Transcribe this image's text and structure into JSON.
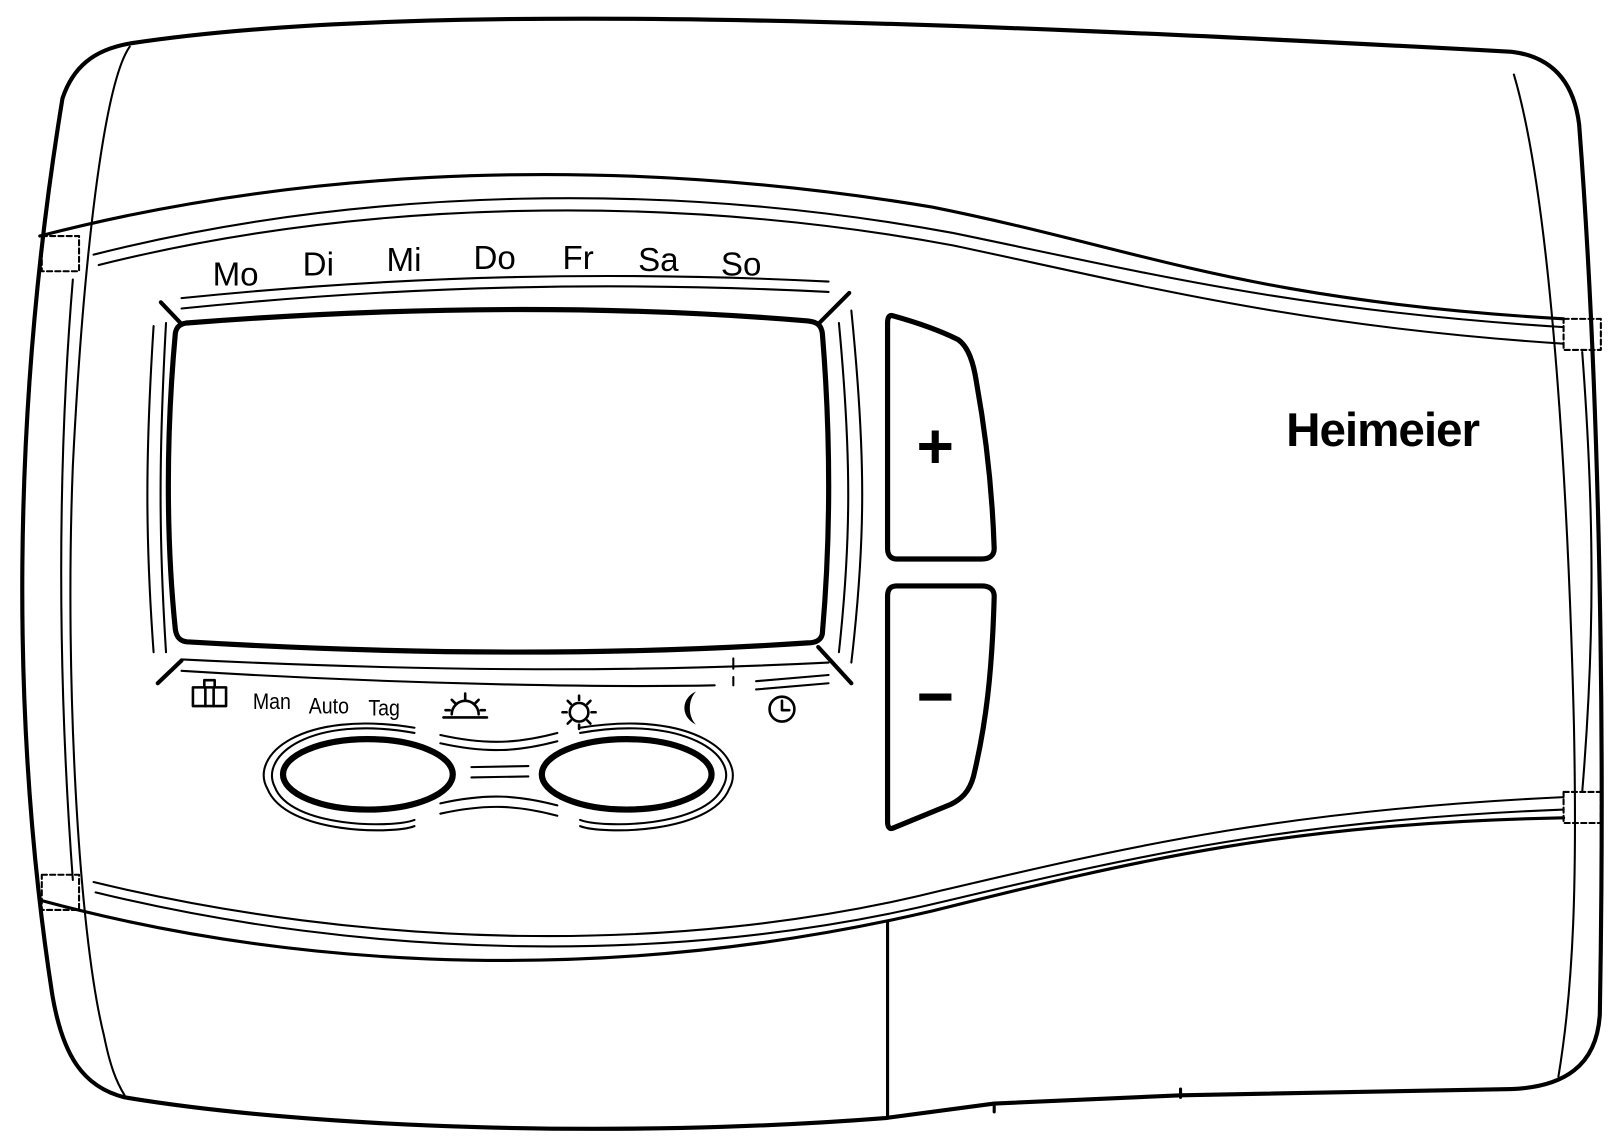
{
  "brand": "Heimeier",
  "days": [
    "Mo",
    "Di",
    "Mi",
    "Do",
    "Fr",
    "Sa",
    "So"
  ],
  "modes": {
    "holiday_icon": "suitcase-icon",
    "man": "Man",
    "auto": "Auto",
    "tag": "Tag"
  },
  "program_icons": [
    "sunrise-icon",
    "sun-icon",
    "moon-icon",
    "clock-icon"
  ],
  "buttons": {
    "plus": "+",
    "minus": "−"
  },
  "colors": {
    "line": "#000000",
    "background": "#ffffff"
  }
}
